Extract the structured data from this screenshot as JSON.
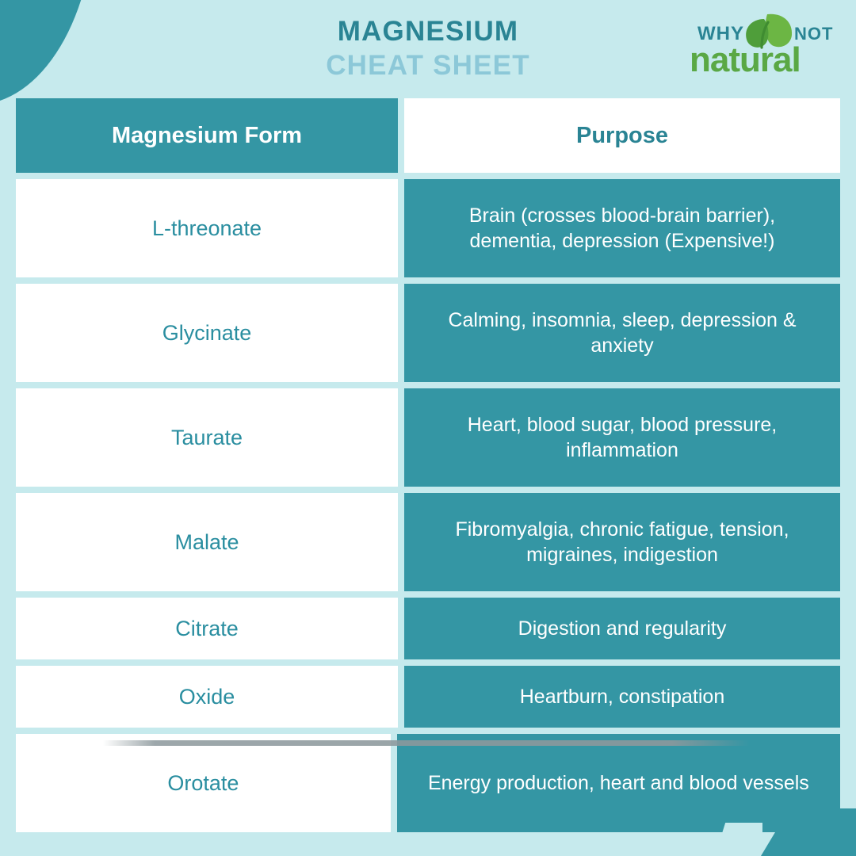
{
  "title": {
    "line1": "MAGNESIUM",
    "line2": "CHEAT SHEET"
  },
  "logo": {
    "word_why": "WHY",
    "word_not": "NOT",
    "word_natural": "natural",
    "leaf_icon": "leaf-icon"
  },
  "colors": {
    "teal": "#3496a4",
    "teal_text": "#2a8494",
    "light_bg": "#c6eaed",
    "sub_title": "#8cc8d8",
    "logo_green": "#5aa845",
    "logo_teal": "#2a8494",
    "white": "#ffffff"
  },
  "table": {
    "headers": [
      "Magnesium Form",
      "Purpose"
    ],
    "rows": [
      {
        "form": "L-threonate",
        "purpose": "Brain (crosses blood-brain barrier), dementia, depression (Expensive!)"
      },
      {
        "form": "Glycinate",
        "purpose": "Calming, insomnia, sleep, depression & anxiety"
      },
      {
        "form": "Taurate",
        "purpose": "Heart, blood sugar, blood pressure, inflammation"
      },
      {
        "form": "Malate",
        "purpose": "Fibromyalgia, chronic fatigue, tension, migraines, indigestion"
      },
      {
        "form": "Citrate",
        "purpose": "Digestion and regularity"
      },
      {
        "form": "Oxide",
        "purpose": "Heartburn, constipation"
      },
      {
        "form": "Orotate",
        "purpose": "Energy production, heart and blood vessels"
      }
    ]
  }
}
